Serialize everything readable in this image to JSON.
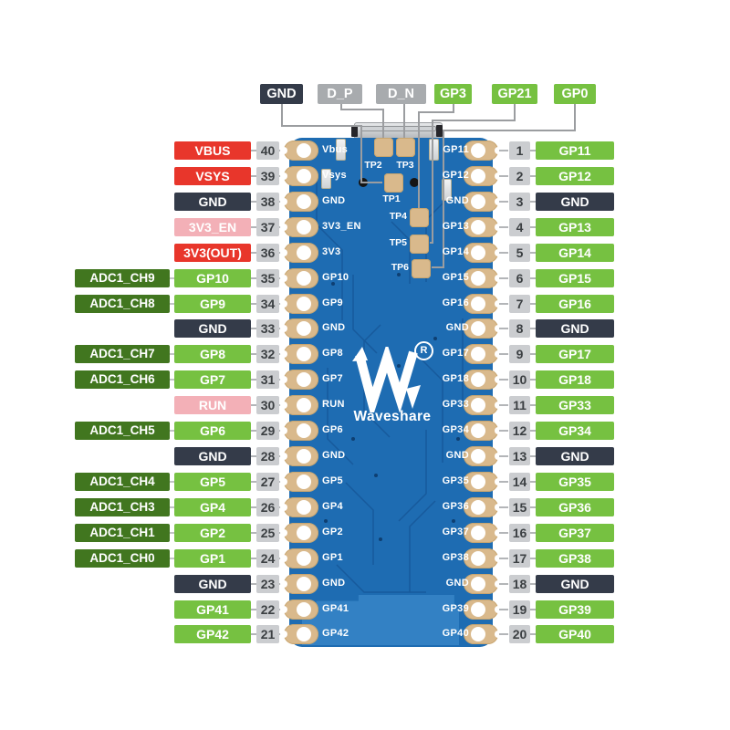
{
  "colors": {
    "power": "#e8362b",
    "enable": "#f3b0b7",
    "ground": "#343b49",
    "gpio": "#76c141",
    "adc": "#41761f",
    "usb": "#a8abae",
    "number_bg": "#cbcdd0",
    "number_text": "#3c4043",
    "board": "#1e6cb2",
    "board_trace": "#175a9c",
    "antenna": "#3381c4",
    "pad": "#d9b98c",
    "line": "#9b9da0",
    "silk": "#ffffff"
  },
  "logo": {
    "wordmark": "Waveshare",
    "registered": "R"
  },
  "top_pads": [
    {
      "label": "GND",
      "type": "ground",
      "tp": "TP1"
    },
    {
      "label": "D_P",
      "type": "usb",
      "tp": "TP2"
    },
    {
      "label": "D_N",
      "type": "usb",
      "tp": "TP3"
    },
    {
      "label": "GP3",
      "type": "gpio",
      "tp": "TP4"
    },
    {
      "label": "GP21",
      "type": "gpio",
      "tp": "TP5"
    },
    {
      "label": "GP0",
      "type": "gpio",
      "tp": "TP6"
    }
  ],
  "test_points": [
    "TP1",
    "TP2",
    "TP3",
    "TP4",
    "TP5",
    "TP6"
  ],
  "left_pins": [
    {
      "num": 40,
      "label": "VBUS",
      "type": "power",
      "silk": "Vbus",
      "adc": null
    },
    {
      "num": 39,
      "label": "VSYS",
      "type": "power",
      "silk": "Vsys",
      "adc": null
    },
    {
      "num": 38,
      "label": "GND",
      "type": "ground",
      "silk": "GND",
      "adc": null
    },
    {
      "num": 37,
      "label": "3V3_EN",
      "type": "enable",
      "silk": "3V3_EN",
      "adc": null
    },
    {
      "num": 36,
      "label": "3V3(OUT)",
      "type": "power",
      "silk": "3V3",
      "adc": null
    },
    {
      "num": 35,
      "label": "GP10",
      "type": "gpio",
      "silk": "GP10",
      "adc": "ADC1_CH9"
    },
    {
      "num": 34,
      "label": "GP9",
      "type": "gpio",
      "silk": "GP9",
      "adc": "ADC1_CH8"
    },
    {
      "num": 33,
      "label": "GND",
      "type": "ground",
      "silk": "GND",
      "adc": null
    },
    {
      "num": 32,
      "label": "GP8",
      "type": "gpio",
      "silk": "GP8",
      "adc": "ADC1_CH7"
    },
    {
      "num": 31,
      "label": "GP7",
      "type": "gpio",
      "silk": "GP7",
      "adc": "ADC1_CH6"
    },
    {
      "num": 30,
      "label": "RUN",
      "type": "enable",
      "silk": "RUN",
      "adc": null
    },
    {
      "num": 29,
      "label": "GP6",
      "type": "gpio",
      "silk": "GP6",
      "adc": "ADC1_CH5"
    },
    {
      "num": 28,
      "label": "GND",
      "type": "ground",
      "silk": "GND",
      "adc": null
    },
    {
      "num": 27,
      "label": "GP5",
      "type": "gpio",
      "silk": "GP5",
      "adc": "ADC1_CH4"
    },
    {
      "num": 26,
      "label": "GP4",
      "type": "gpio",
      "silk": "GP4",
      "adc": "ADC1_CH3"
    },
    {
      "num": 25,
      "label": "GP2",
      "type": "gpio",
      "silk": "GP2",
      "adc": "ADC1_CH1"
    },
    {
      "num": 24,
      "label": "GP1",
      "type": "gpio",
      "silk": "GP1",
      "adc": "ADC1_CH0"
    },
    {
      "num": 23,
      "label": "GND",
      "type": "ground",
      "silk": "GND",
      "adc": null
    },
    {
      "num": 22,
      "label": "GP41",
      "type": "gpio",
      "silk": "GP41",
      "adc": null
    },
    {
      "num": 21,
      "label": "GP42",
      "type": "gpio",
      "silk": "GP42",
      "adc": null
    }
  ],
  "right_pins": [
    {
      "num": 1,
      "label": "GP11",
      "type": "gpio",
      "silk": "GP11"
    },
    {
      "num": 2,
      "label": "GP12",
      "type": "gpio",
      "silk": "GP12"
    },
    {
      "num": 3,
      "label": "GND",
      "type": "ground",
      "silk": "GND"
    },
    {
      "num": 4,
      "label": "GP13",
      "type": "gpio",
      "silk": "GP13"
    },
    {
      "num": 5,
      "label": "GP14",
      "type": "gpio",
      "silk": "GP14"
    },
    {
      "num": 6,
      "label": "GP15",
      "type": "gpio",
      "silk": "GP15"
    },
    {
      "num": 7,
      "label": "GP16",
      "type": "gpio",
      "silk": "GP16"
    },
    {
      "num": 8,
      "label": "GND",
      "type": "ground",
      "silk": "GND"
    },
    {
      "num": 9,
      "label": "GP17",
      "type": "gpio",
      "silk": "GP17"
    },
    {
      "num": 10,
      "label": "GP18",
      "type": "gpio",
      "silk": "GP18"
    },
    {
      "num": 11,
      "label": "GP33",
      "type": "gpio",
      "silk": "GP33"
    },
    {
      "num": 12,
      "label": "GP34",
      "type": "gpio",
      "silk": "GP34"
    },
    {
      "num": 13,
      "label": "GND",
      "type": "ground",
      "silk": "GND"
    },
    {
      "num": 14,
      "label": "GP35",
      "type": "gpio",
      "silk": "GP35"
    },
    {
      "num": 15,
      "label": "GP36",
      "type": "gpio",
      "silk": "GP36"
    },
    {
      "num": 16,
      "label": "GP37",
      "type": "gpio",
      "silk": "GP37"
    },
    {
      "num": 17,
      "label": "GP38",
      "type": "gpio",
      "silk": "GP38"
    },
    {
      "num": 18,
      "label": "GND",
      "type": "ground",
      "silk": "GND"
    },
    {
      "num": 19,
      "label": "GP39",
      "type": "gpio",
      "silk": "GP39"
    },
    {
      "num": 20,
      "label": "GP40",
      "type": "gpio",
      "silk": "GP40"
    }
  ]
}
